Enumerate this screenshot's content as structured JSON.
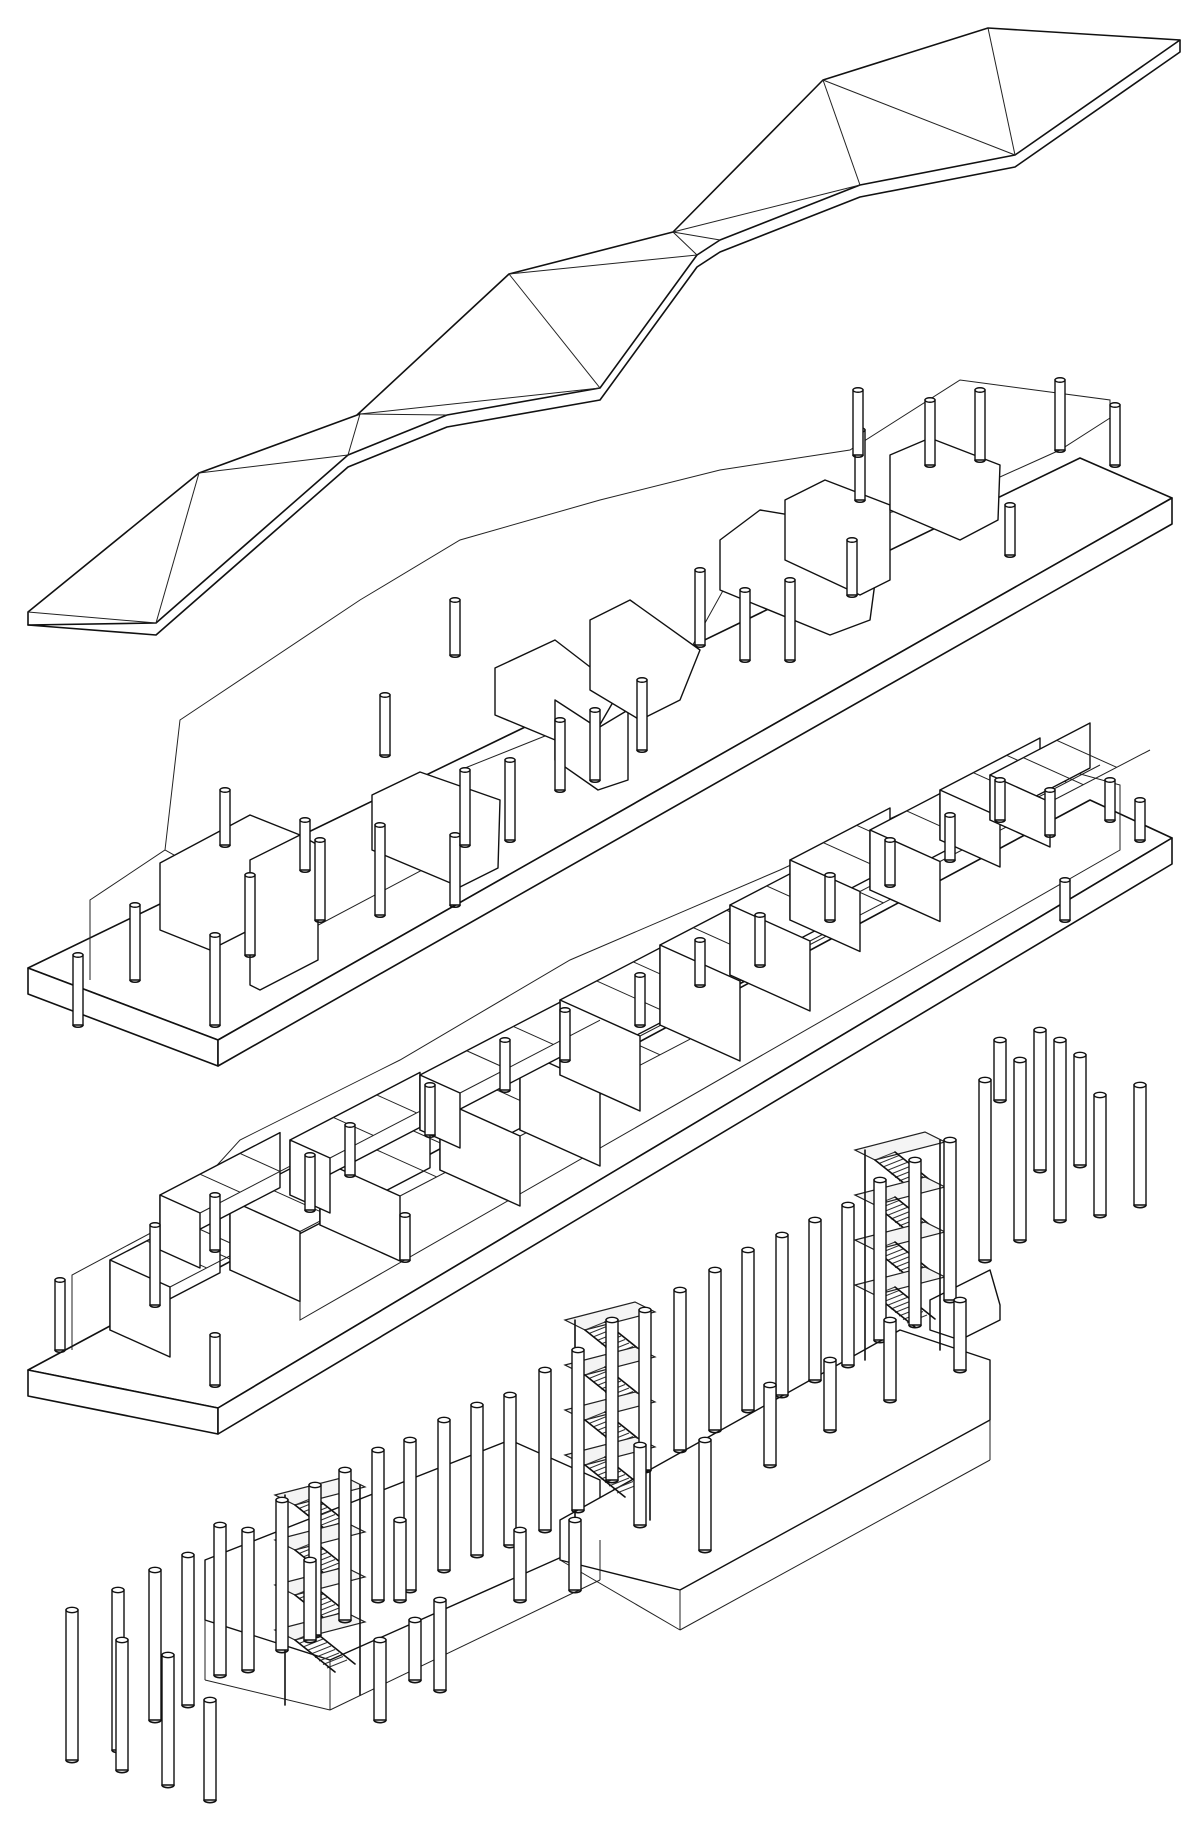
{
  "drawing": {
    "type": "exploded-axonometric",
    "layers": [
      {
        "key": "roof"
      },
      {
        "key": "upper-floor"
      },
      {
        "key": "main-floor"
      },
      {
        "key": "ground-structure"
      }
    ],
    "line_color": "#111111",
    "background": "#ffffff"
  }
}
